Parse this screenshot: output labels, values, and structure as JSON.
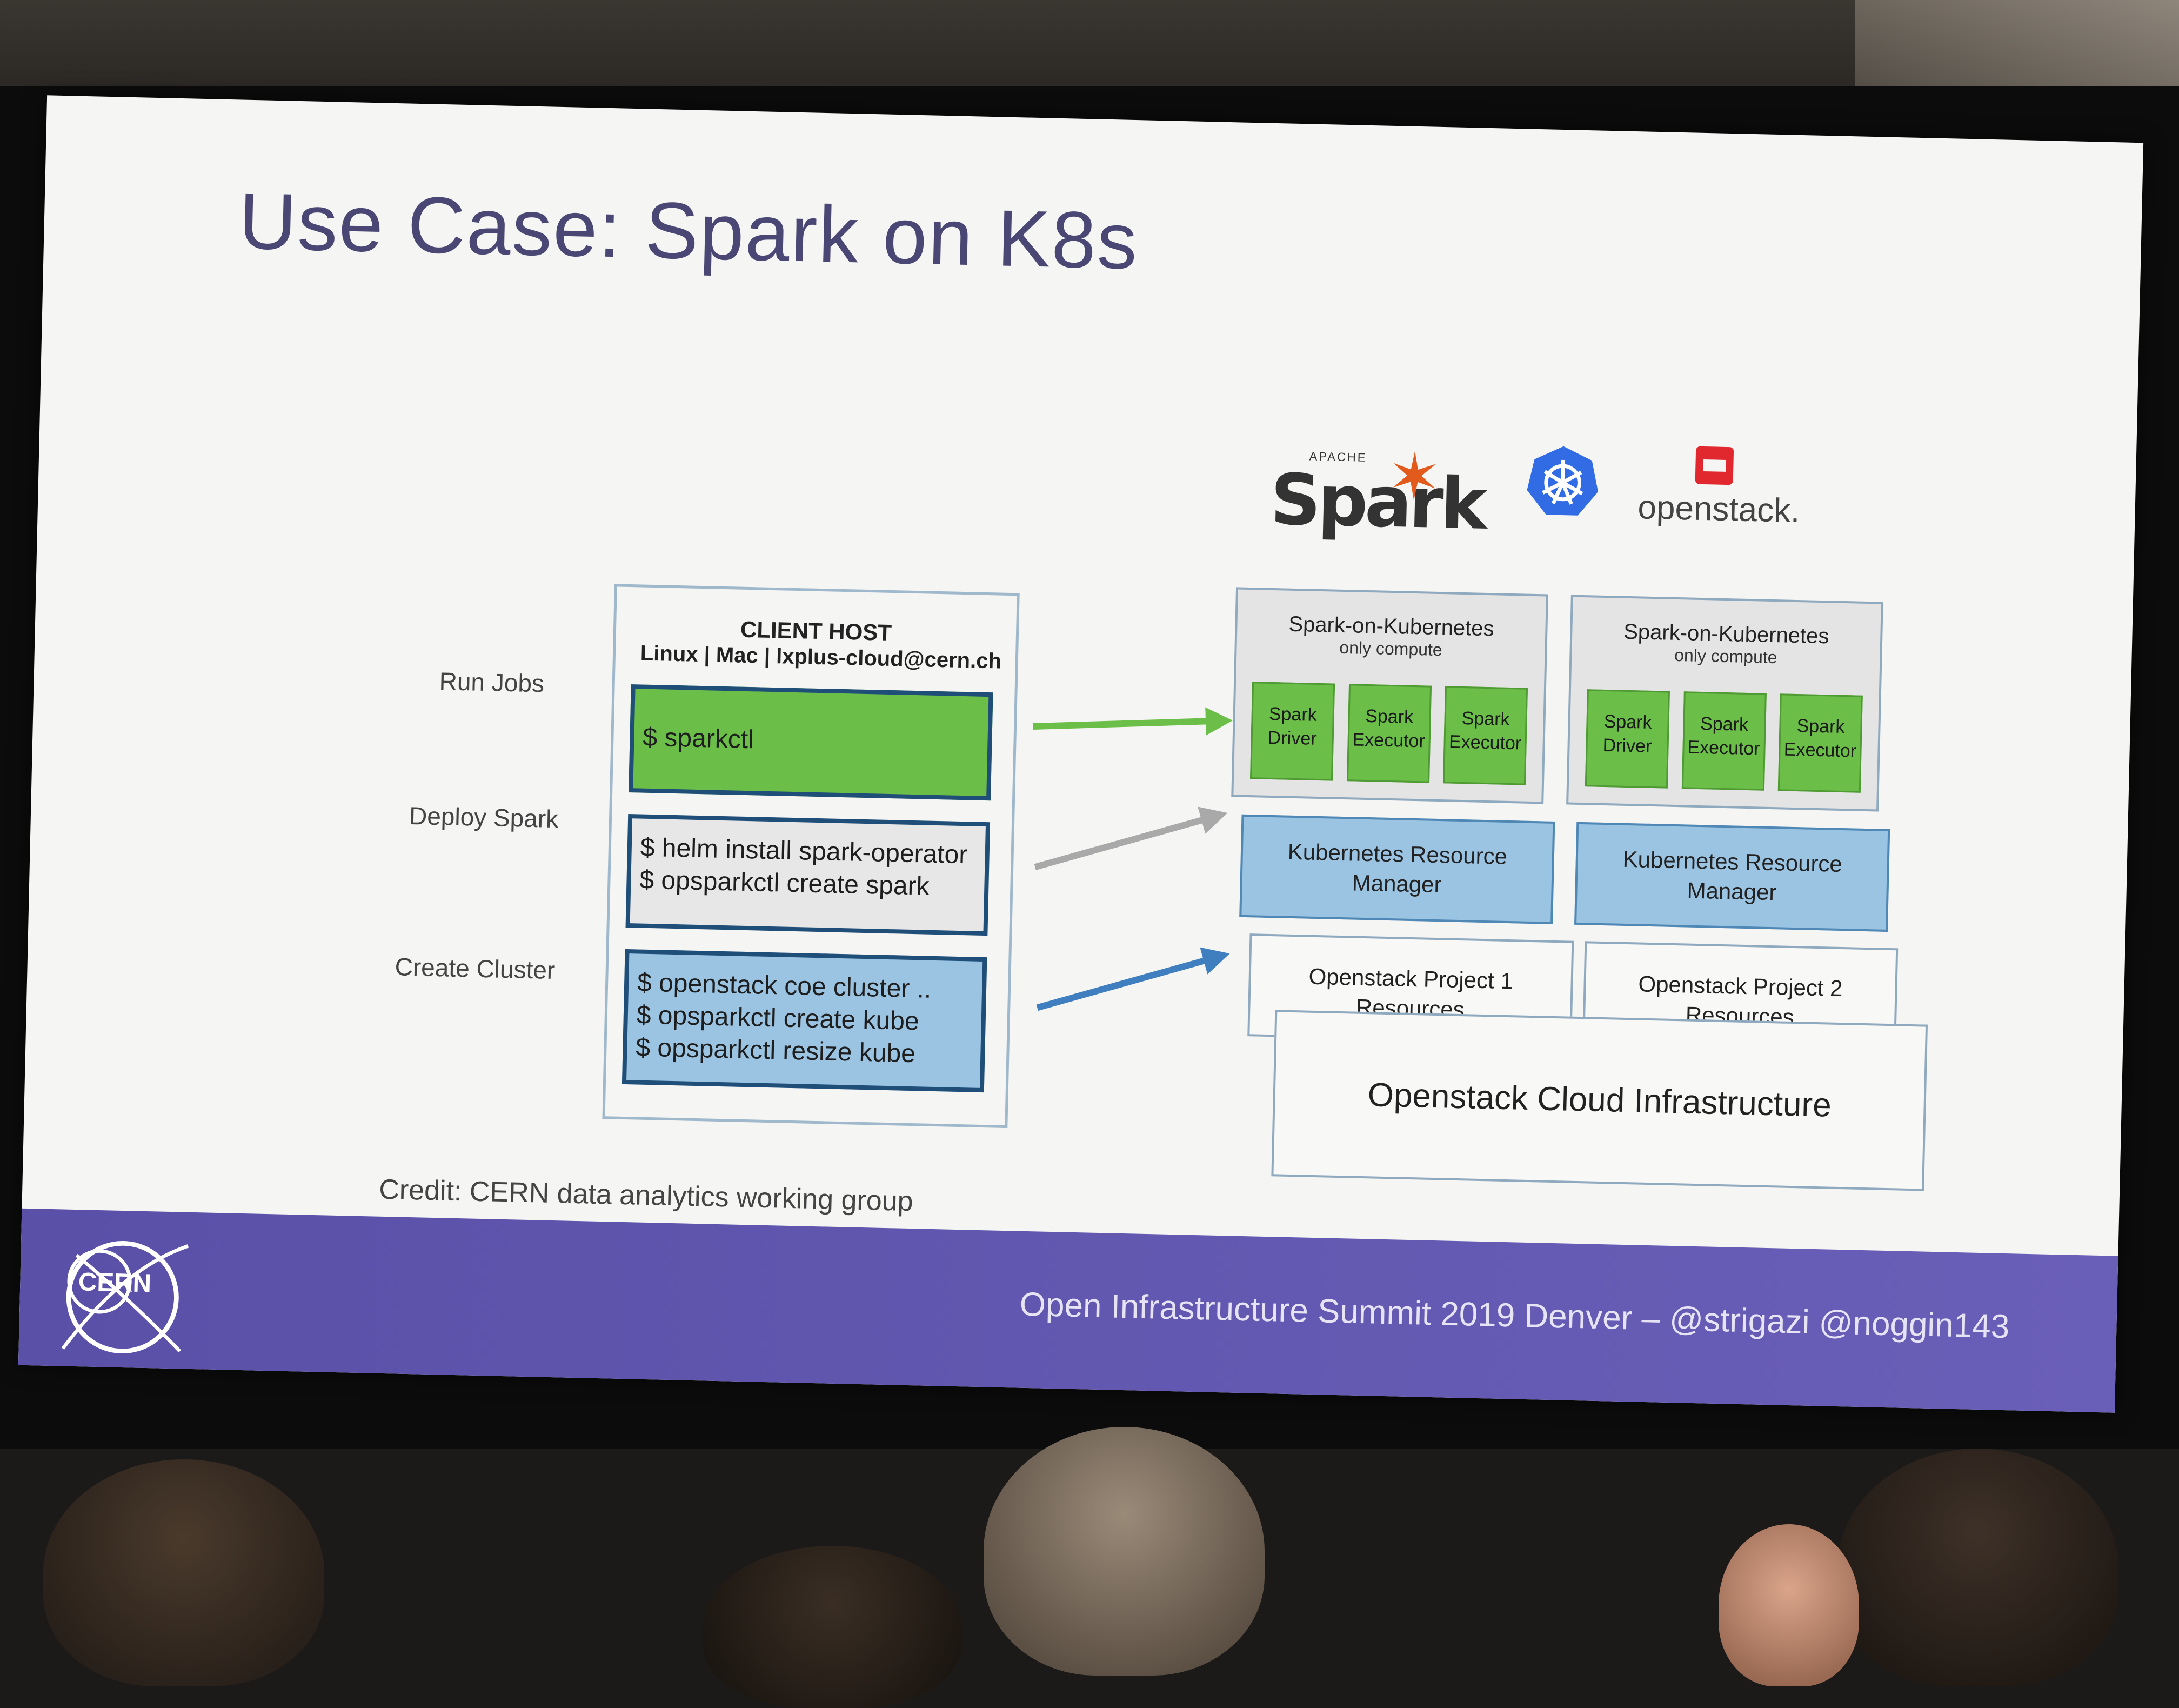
{
  "slide": {
    "title": "Use Case: Spark on K8s",
    "credit": "Credit: CERN data analytics working group",
    "footer": "Open Infrastructure Summit 2019 Denver – @strigazi @noggin143",
    "cern_logo_text": "CERN"
  },
  "logos": {
    "spark_small": "APACHE",
    "spark_word": "Spark",
    "openstack_word": "openstack."
  },
  "rows": {
    "run_jobs": "Run Jobs",
    "deploy_spark": "Deploy Spark",
    "create_cluster": "Create Cluster"
  },
  "client_host": {
    "title": "CLIENT HOST",
    "subtitle": "Linux | Mac | lxplus-cloud@cern.ch",
    "run_cmd": "$ sparkctl",
    "deploy_cmds": [
      "$ helm install spark-operator",
      "$ opsparkctl create spark"
    ],
    "cluster_cmds": [
      "$ openstack coe cluster ..",
      "$ opsparkctl create kube",
      "$ opsparkctl resize kube"
    ]
  },
  "cluster_1": {
    "sok_title": "Spark-on-Kubernetes",
    "sok_sub": "only compute",
    "pods": [
      {
        "line1": "Spark",
        "line2": "Driver"
      },
      {
        "line1": "Spark",
        "line2": "Executor"
      },
      {
        "line1": "Spark",
        "line2": "Executor"
      }
    ],
    "krm": [
      "Kubernetes Resource",
      "Manager"
    ],
    "project": [
      "Openstack Project 1",
      "Resources"
    ]
  },
  "cluster_2": {
    "sok_title": "Spark-on-Kubernetes",
    "sok_sub": "only compute",
    "pods": [
      {
        "line1": "Spark",
        "line2": "Driver"
      },
      {
        "line1": "Spark",
        "line2": "Executor"
      },
      {
        "line1": "Spark",
        "line2": "Executor"
      }
    ],
    "krm": [
      "Kubernetes Resource",
      "Manager"
    ],
    "project": [
      "Openstack Project 2",
      "Resources"
    ]
  },
  "infrastructure": "Openstack Cloud Infrastructure",
  "colors": {
    "title": "#4b4774",
    "green_box": "#6bbe47",
    "blue_box": "#9bc3e2",
    "footer_band": "#5a50a8",
    "arrow_green": "#6bbe47",
    "arrow_grey": "#a9a9a9",
    "arrow_blue": "#3f7fc0",
    "spark_star": "#e25a1c",
    "k8s_blue": "#326ce5",
    "openstack_red": "#e0282e"
  }
}
